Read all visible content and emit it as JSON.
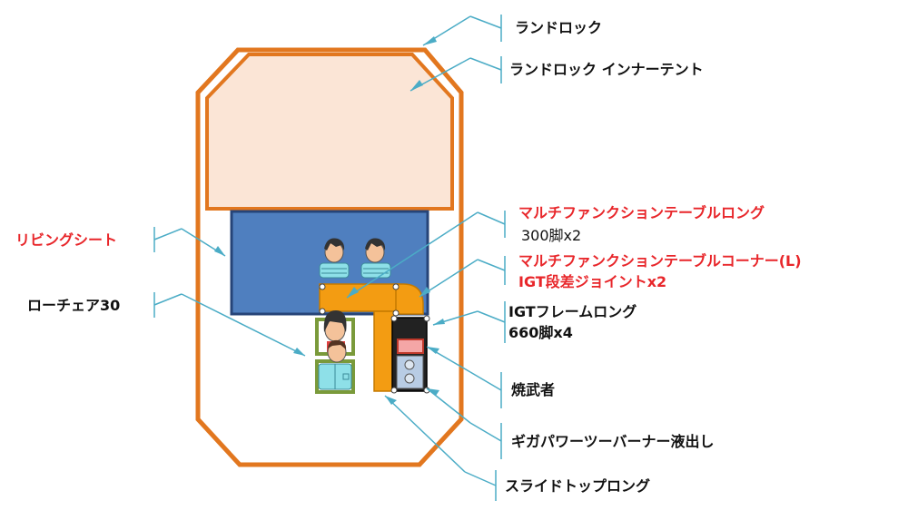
{
  "colors": {
    "tent_outline": "#e2771f",
    "inner_fill": "#fbe5d6",
    "sheet_fill": "#4f7fbf",
    "sheet_border": "#264478",
    "table": "#f39c12",
    "leader": "#4bacc6",
    "label_red": "#e8262a",
    "label_black": "#111111"
  },
  "labels": {
    "landlock": "ランドロック",
    "inner_tent": "ランドロック インナーテント",
    "living_sheet": "リビングシート",
    "table_long": "マルチファンクションテーブルロング",
    "table_long_legs": "300脚x2",
    "table_corner": "マルチファンクションテーブルコーナー(L)",
    "igt_joint": "IGT段差ジョイントx2",
    "low_chair": "ローチェア30",
    "igt_frame": "IGTフレームロング",
    "igt_frame_legs": "660脚x4",
    "yakimusha": "焼武者",
    "giga_burner": "ギガパワーツーバーナー液出し",
    "slide_top": "スライドトップロング"
  }
}
